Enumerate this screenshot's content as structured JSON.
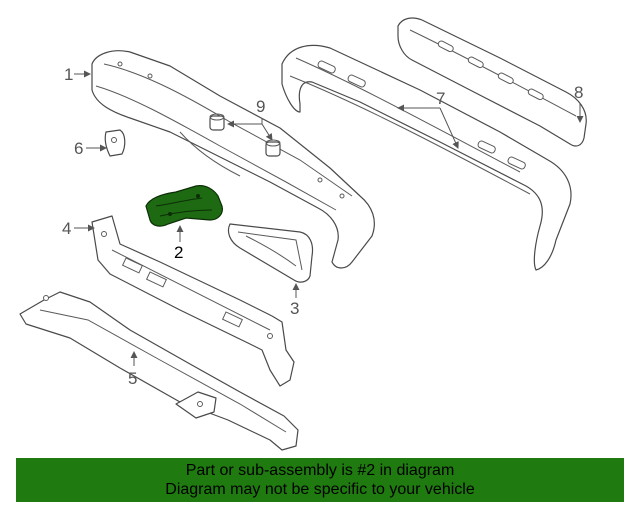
{
  "callouts": {
    "c1": "1",
    "c2": "2",
    "c3": "3",
    "c4": "4",
    "c5": "5",
    "c6": "6",
    "c7": "7",
    "c8": "8",
    "c9": "9"
  },
  "highlight": {
    "part_number": "2",
    "color": "#1d6a12"
  },
  "footer": {
    "line1": "Part or sub-assembly is #2 in diagram",
    "line2": "Diagram may not be specific to your vehicle",
    "color": "#1f7a10"
  }
}
